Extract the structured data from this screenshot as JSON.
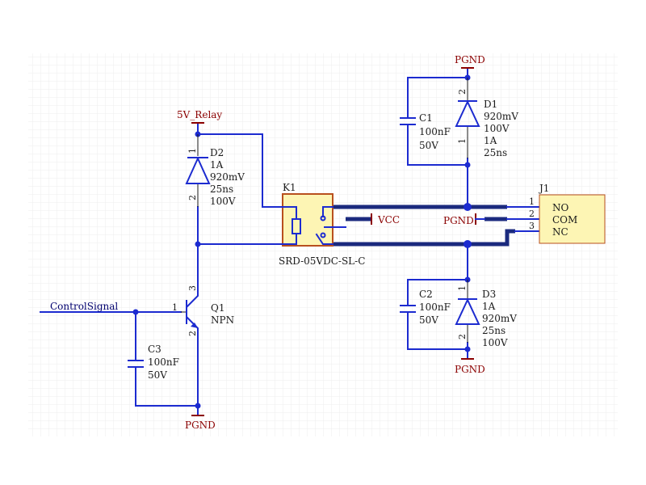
{
  "power_ports": {
    "pgnd_top": "PGND",
    "five_v": "5V_Relay",
    "vcc": "VCC",
    "pgnd_mid": "PGND",
    "pgnd_d3": "PGND",
    "pgnd_bottom": "PGND"
  },
  "net_labels": {
    "control": "ControlSignal"
  },
  "components": {
    "c1": {
      "ref": "C1",
      "value": "100nF",
      "voltage": "50V"
    },
    "d1": {
      "ref": "D1",
      "vf": "920mV",
      "vr": "100V",
      "current": "1A",
      "trr": "25ns",
      "pin_top": "2",
      "pin_bottom": "1"
    },
    "d2": {
      "ref": "D2",
      "current": "1A",
      "vf": "920mV",
      "trr": "25ns",
      "vr": "100V",
      "pin_top": "1",
      "pin_bottom": "2"
    },
    "k1": {
      "ref": "K1",
      "part": "SRD-05VDC-SL-C"
    },
    "j1": {
      "ref": "J1",
      "pins": [
        {
          "num": "1",
          "name": "NO"
        },
        {
          "num": "2",
          "name": "COM"
        },
        {
          "num": "3",
          "name": "NC"
        }
      ]
    },
    "q1": {
      "ref": "Q1",
      "type": "NPN",
      "pin_base": "1",
      "pin_collector": "3",
      "pin_emitter": "2"
    },
    "c2": {
      "ref": "C2",
      "value": "100nF",
      "voltage": "50V"
    },
    "d3": {
      "ref": "D3",
      "current": "1A",
      "vf": "920mV",
      "trr": "25ns",
      "vr": "100V",
      "pin_top": "1",
      "pin_bottom": "2"
    },
    "c3": {
      "ref": "C3",
      "value": "100nF",
      "voltage": "50V"
    }
  },
  "colors": {
    "wire": "#1c2bd0",
    "bus": "#1b2a7e",
    "power_port": "#8b0000",
    "connector_fill": "#fdf5b4",
    "relay_outline": "#b8501e"
  }
}
